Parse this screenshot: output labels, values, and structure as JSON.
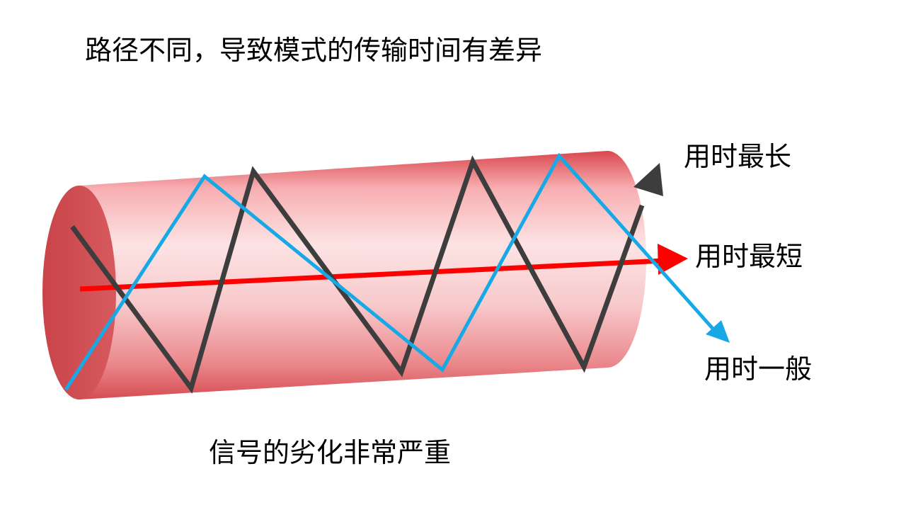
{
  "title": "路径不同，导致模式的传输时间有差异",
  "caption": "信号的劣化非常严重",
  "paths": {
    "longest": "用时最长",
    "shortest": "用时最短",
    "medium": "用时一般"
  },
  "colors": {
    "fiber_body": "#e2676b",
    "fiber_highlight": "#fde3e4",
    "fiber_end": "#cf4f53",
    "longest_path": "#3d3d3d",
    "shortest_path": "#ff0000",
    "medium_path": "#16a9e6"
  }
}
